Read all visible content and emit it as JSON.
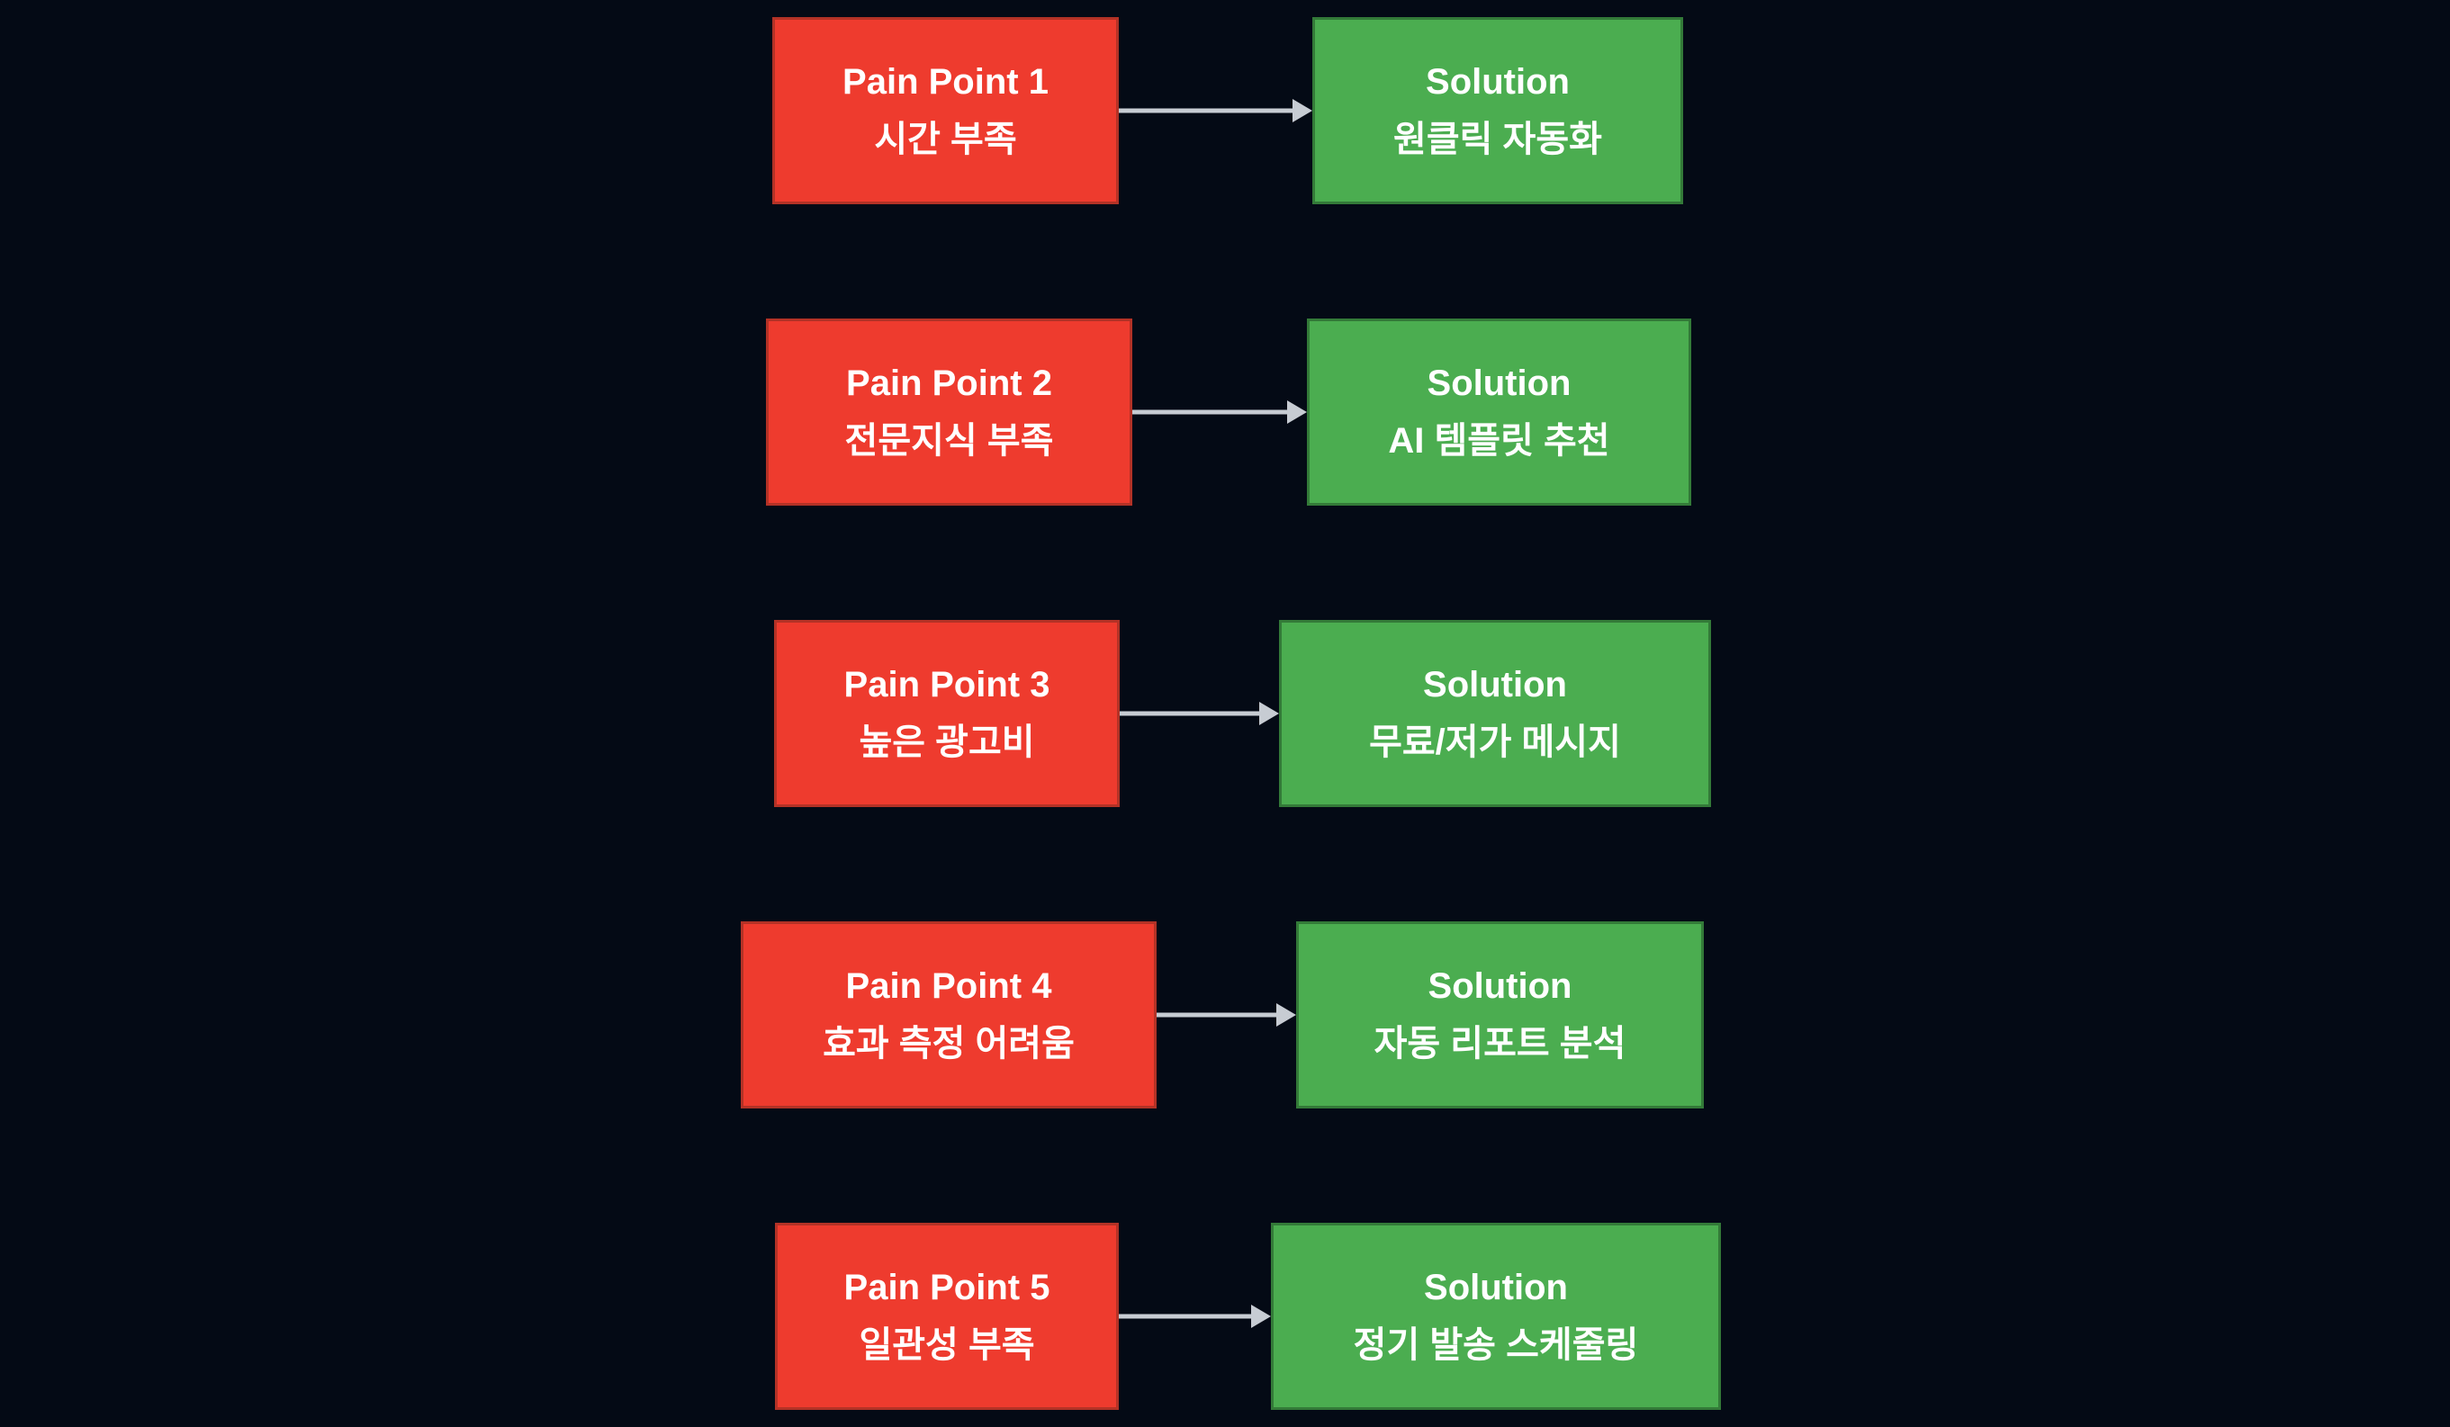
{
  "colors": {
    "background": "#040a15",
    "pain_fill": "#ee3b2e",
    "pain_border": "#b33226",
    "solution_fill": "#4bad50",
    "solution_border": "#337a38",
    "arrow": "#c7ccd3",
    "text": "#ffffff"
  },
  "rows": [
    {
      "pain": {
        "title": "Pain Point 1",
        "subtitle": "시간 부족"
      },
      "solution": {
        "title": "Solution",
        "subtitle": "원클릭 자동화"
      }
    },
    {
      "pain": {
        "title": "Pain Point 2",
        "subtitle": "전문지식 부족"
      },
      "solution": {
        "title": "Solution",
        "subtitle": "AI 템플릿 추천"
      }
    },
    {
      "pain": {
        "title": "Pain Point 3",
        "subtitle": "높은 광고비"
      },
      "solution": {
        "title": "Solution",
        "subtitle": "무료/저가 메시지"
      }
    },
    {
      "pain": {
        "title": "Pain Point 4",
        "subtitle": "효과 측정 어려움"
      },
      "solution": {
        "title": "Solution",
        "subtitle": "자동 리포트 분석"
      }
    },
    {
      "pain": {
        "title": "Pain Point 5",
        "subtitle": "일관성 부족"
      },
      "solution": {
        "title": "Solution",
        "subtitle": "정기 발송 스케줄링"
      }
    }
  ]
}
